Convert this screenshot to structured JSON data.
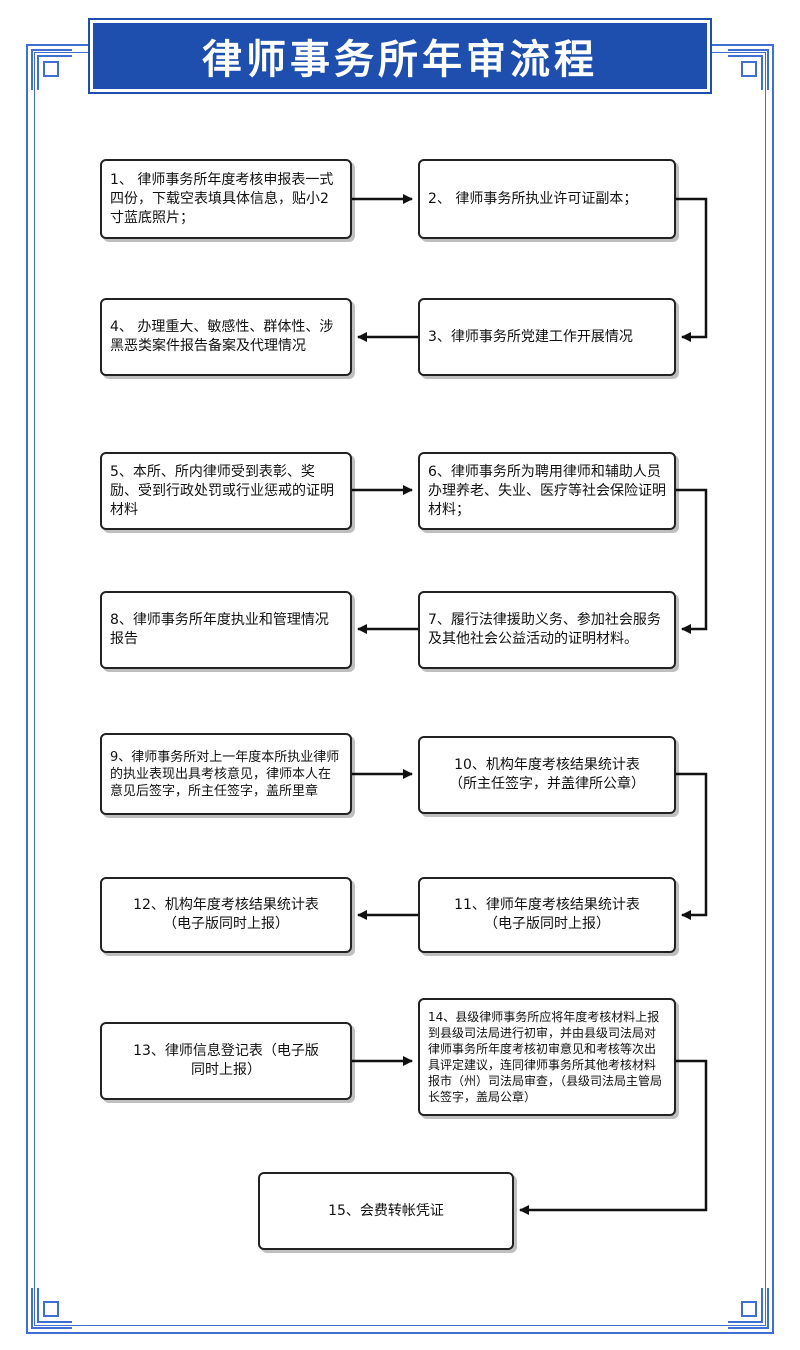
{
  "title": "律师事务所年审流程",
  "colors": {
    "frame": "#3f6fd1",
    "title_bg": "#1f4fae",
    "title_text": "#ffffff",
    "box_border": "#222222",
    "arrow": "#111111"
  },
  "steps": {
    "s1": "1、 律师事务所年度考核申报表一式四份，下载空表填具体信息，贴小2寸蓝底照片；",
    "s2": "2、 律师事务所执业许可证副本；",
    "s3": "3、律师事务所党建工作开展情况",
    "s4": "4、 办理重大、敏感性、群体性、涉黑恶类案件报告备案及代理情况",
    "s5": "5、本所、所内律师受到表彰、奖励、受到行政处罚或行业惩戒的证明材料",
    "s6": "6、律师事务所为聘用律师和辅助人员办理养老、失业、医疗等社会保险证明材料；",
    "s7": "7、履行法律援助义务、参加社会服务及其他社会公益活动的证明材料。",
    "s8": "8、律师事务所年度执业和管理情况报告",
    "s9": "9、律师事务所对上一年度本所执业律师的执业表现出具考核意见，律师本人在意见后签字，所主任签字，盖所里章",
    "s10": "10、机构年度考核结果统计表\n（所主任签字，并盖律所公章）",
    "s11": "11、律师年度考核结果统计表\n（电子版同时上报）",
    "s12": "12、机构年度考核结果统计表\n（电子版同时上报）",
    "s13": "13、律师信息登记表（电子版\n同时上报）",
    "s14": "14、县级律师事务所应将年度考核材料上报到县级司法局进行初审，并由县级司法局对律师事务所年度考核初审意见和考核等次出具评定建议，连同律师事务所其他考核材料报市（州）司法局审查，（县级司法局主管局长签字，盖局公章）",
    "s15": "15、会费转帐凭证"
  }
}
